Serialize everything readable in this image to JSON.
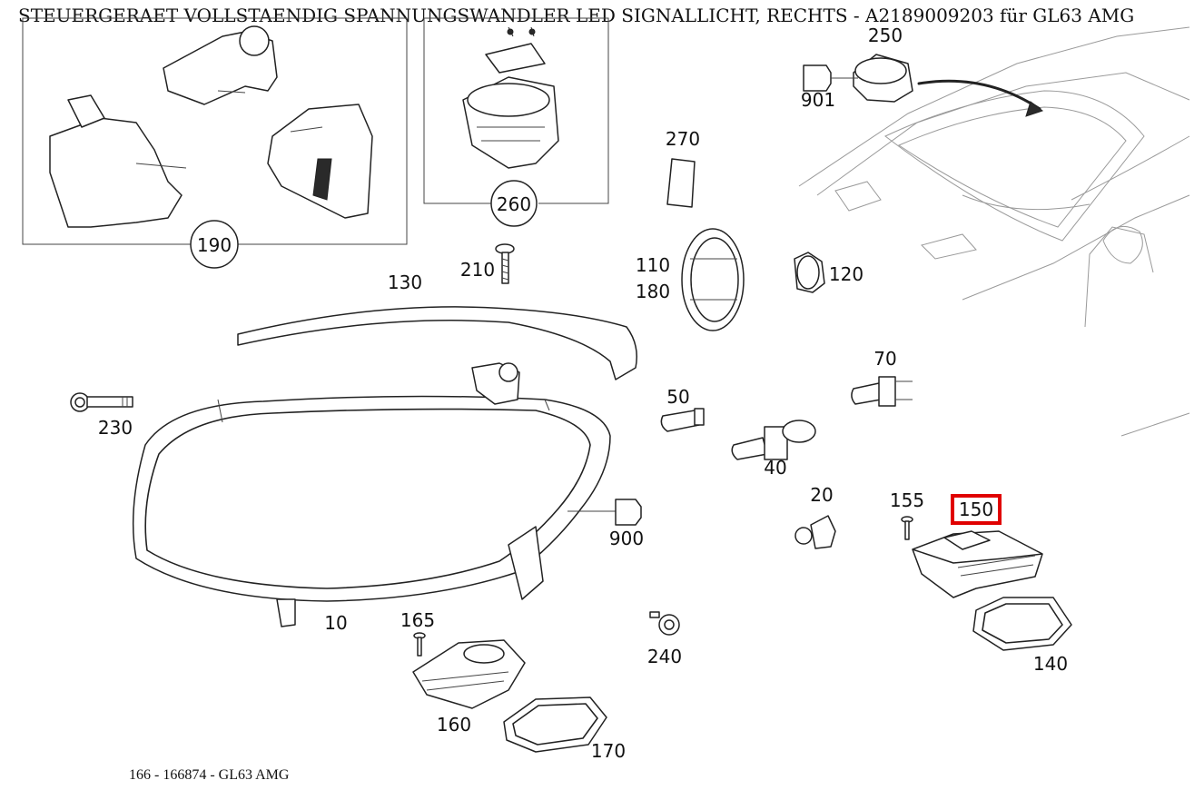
{
  "header": {
    "title": "STEUERGERAET VOLLSTAENDIG SPANNUNGSWANDLER LED SIGNALLICHT, RECHTS - A2189009203 für GL63 AMG"
  },
  "footer": {
    "caption": "166 - 166874 - GL63 AMG"
  },
  "callouts": {
    "c10": "10",
    "c20": "20",
    "c40": "40",
    "c50": "50",
    "c70": "70",
    "c110": "110",
    "c120": "120",
    "c130": "130",
    "c140": "140",
    "c150": "150",
    "c155": "155",
    "c160": "160",
    "c165": "165",
    "c170": "170",
    "c180": "180",
    "c190": "190",
    "c210": "210",
    "c230": "230",
    "c240": "240",
    "c250": "250",
    "c260": "260",
    "c270": "270",
    "c900": "900",
    "c901": "901"
  },
  "highlight": {
    "selected_part": "150",
    "color": "#e00000"
  }
}
